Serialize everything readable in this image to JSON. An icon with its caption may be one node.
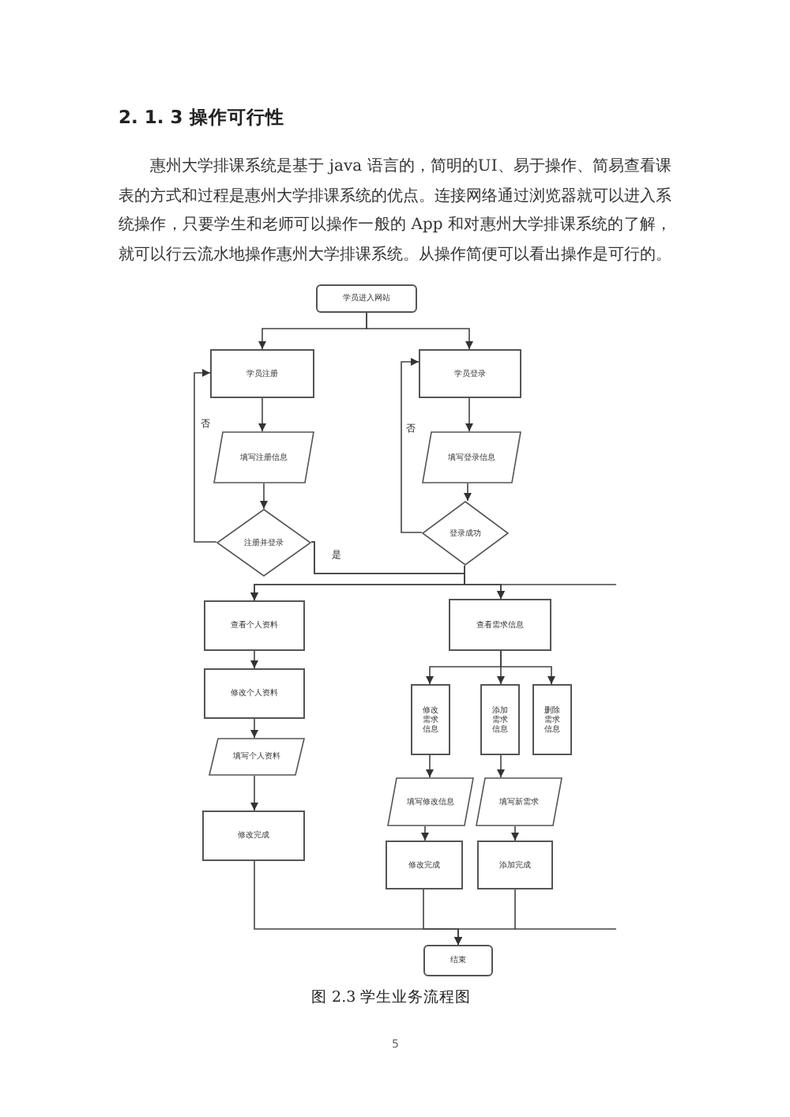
{
  "diagram": {
    "title": "2. 1. 3 操作可行性",
    "caption": "图 2.3 学生业务流程图",
    "nodes": [
      {
        "text": [
          "学员进入网站"
        ]
      },
      {
        "text": [
          "学员注册"
        ]
      },
      {
        "text": [
          "学员登录"
        ]
      },
      {
        "text": [
          "填写注册信息"
        ]
      },
      {
        "text": [
          "填写登录信息"
        ]
      },
      {
        "text": [
          "注册并登录"
        ]
      },
      {
        "text": [
          "登录成功"
        ]
      },
      {
        "text": [
          "查看个人资料"
        ]
      },
      {
        "text": [
          "查看需求信息"
        ]
      },
      {
        "text": [
          "修改个人资料"
        ]
      },
      {
        "text": [
          "修改需求信息"
        ]
      },
      {
        "text": [
          "添加需求信息"
        ]
      },
      {
        "text": [
          "删除需求信息"
        ]
      },
      {
        "text": [
          "填写个人资料"
        ]
      },
      {
        "text": [
          "填写修改信息"
        ]
      },
      {
        "text": [
          "填写新需求"
        ]
      },
      {
        "text": [
          "修改完成"
        ]
      },
      {
        "text": [
          "修改完成"
        ]
      },
      {
        "text": [
          "添加完成"
        ]
      },
      {
        "text": [
          "结束"
        ]
      }
    ],
    "edges": [
      {
        "from": 0,
        "to": 1,
        "arrow": "to"
      },
      {
        "from": 0,
        "to": 2,
        "arrow": "to"
      },
      {
        "from": 1,
        "to": 3,
        "arrow": "to"
      },
      {
        "from": 2,
        "to": 4,
        "arrow": "to"
      },
      {
        "from": 3,
        "to": 5,
        "arrow": "to"
      },
      {
        "from": 4,
        "to": 6,
        "arrow": "to"
      },
      {
        "from": 5,
        "to": 1,
        "arrow": "to",
        "label": "否"
      },
      {
        "from": 6,
        "to": 2,
        "arrow": "to",
        "label": "否"
      },
      {
        "from": 5,
        "to": 7,
        "arrow": "to",
        "label": "是"
      },
      {
        "from": 5,
        "to": 8,
        "arrow": "to"
      },
      {
        "from": 6,
        "to": 7,
        "arrow": "to"
      },
      {
        "from": 6,
        "to": 8,
        "arrow": "to"
      },
      {
        "from": 7,
        "to": 9,
        "arrow": "to"
      },
      {
        "from": 9,
        "to": 13,
        "arrow": "to"
      },
      {
        "from": 13,
        "to": 16,
        "arrow": "to"
      },
      {
        "from": 8,
        "to": 10,
        "arrow": "to"
      },
      {
        "from": 8,
        "to": 11,
        "arrow": "to"
      },
      {
        "from": 8,
        "to": 12,
        "arrow": "to"
      },
      {
        "from": 10,
        "to": 14,
        "arrow": "to"
      },
      {
        "from": 11,
        "to": 15,
        "arrow": "to"
      },
      {
        "from": 14,
        "to": 17,
        "arrow": "to"
      },
      {
        "from": 15,
        "to": 18,
        "arrow": "to"
      },
      {
        "from": 16,
        "to": 19,
        "arrow": "to"
      },
      {
        "from": 17,
        "to": 19,
        "arrow": "to"
      },
      {
        "from": 18,
        "to": 19,
        "arrow": "to"
      }
    ],
    "labels": [
      "惠州大学排课系统是基于 java 语言的，简明的UI、易于操作、简易查看课表的方式和过程是惠州大学排课系统的优点。连接网络通过浏览器就可以进入系统操作，只要学生和老师可以操作一般的 App 和对惠州大学排课系统的了解，就可以行云流水地操作惠州大学排课系统。从操作简便可以看出操作是可行的。",
      "5"
    ]
  }
}
